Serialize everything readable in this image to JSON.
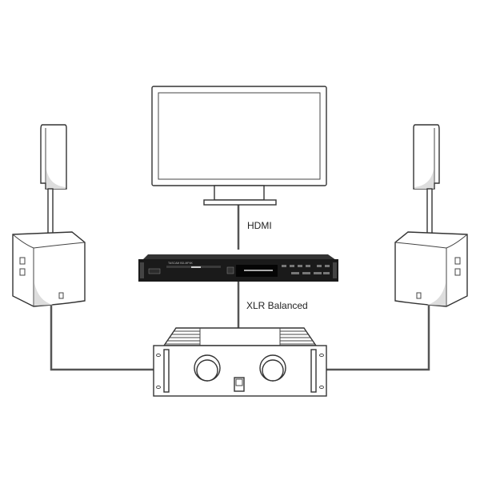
{
  "labels": {
    "hdmi": "HDMI",
    "xlr": "XLR Balanced"
  },
  "player_brand": "TASCAM BD-MP4K",
  "colors": {
    "cable": "#555555",
    "outline": "#333333",
    "player": "#1a1a1a"
  }
}
